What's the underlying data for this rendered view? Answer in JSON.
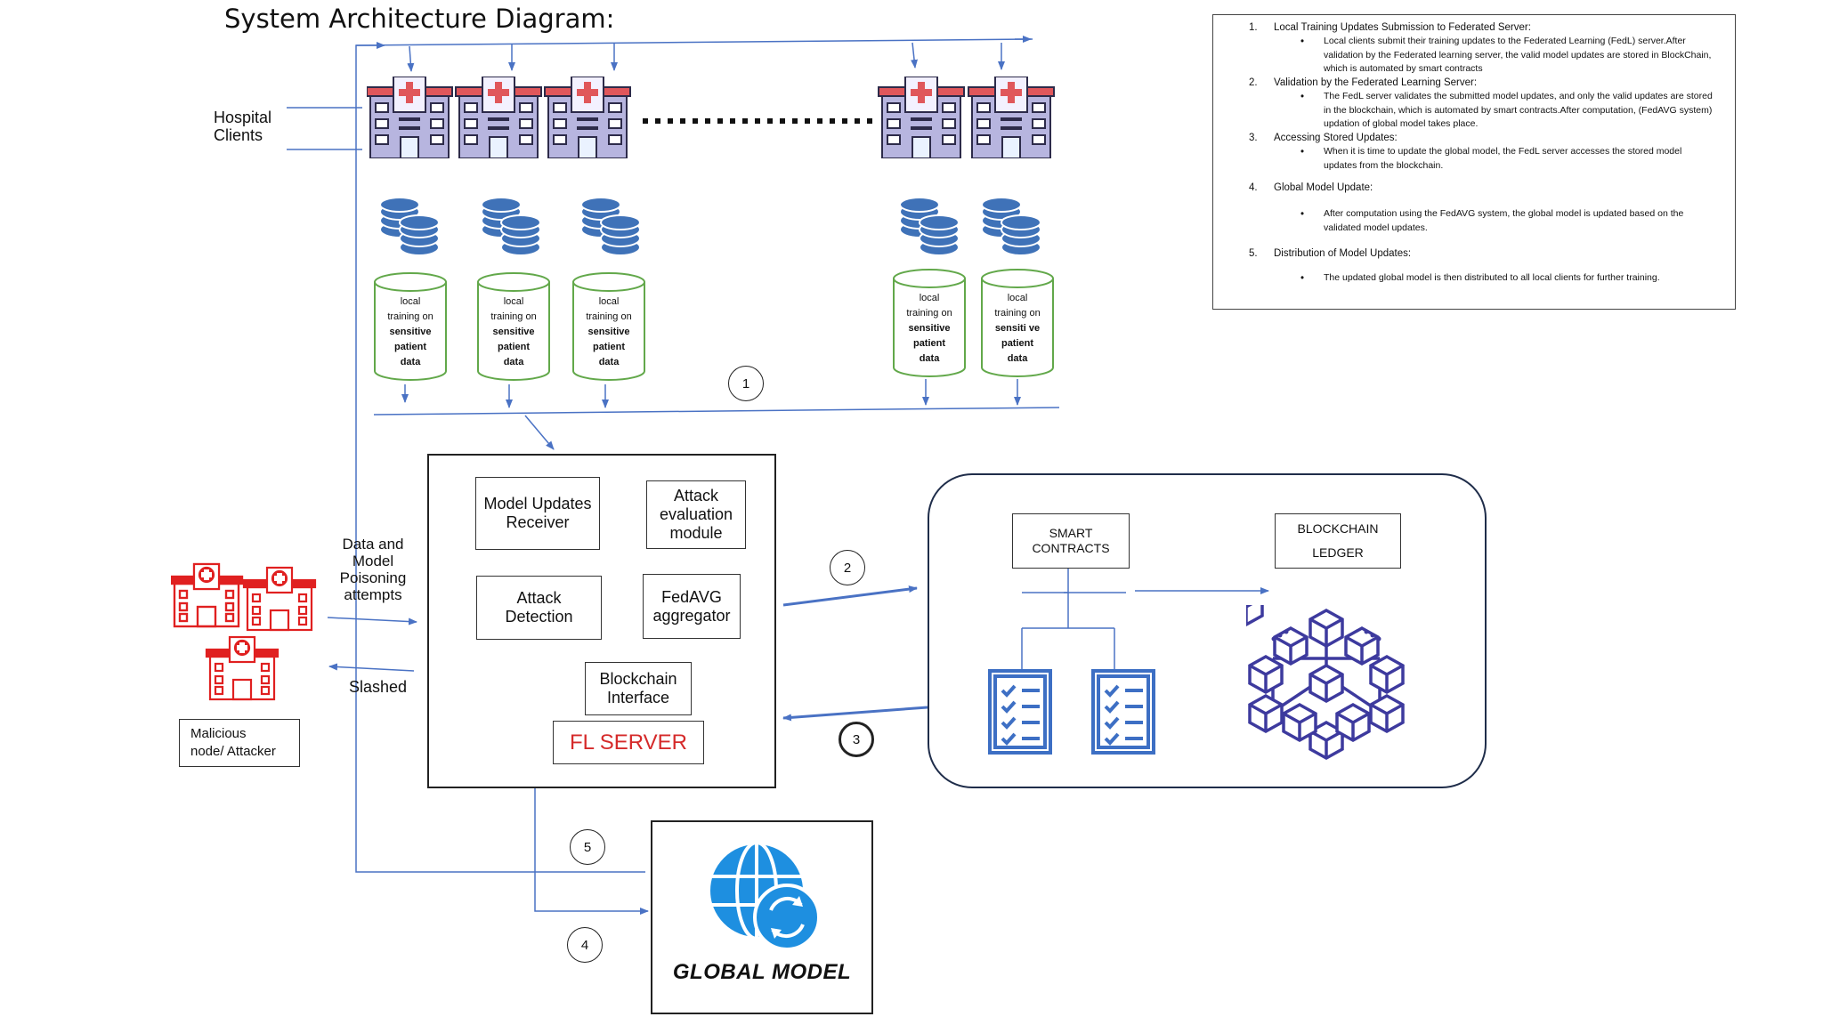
{
  "title": "System Architecture Diagram:",
  "hospital_clients_label": "Hospital\nClients",
  "cylinders": [
    {
      "l1": "local",
      "l2": "training on",
      "l3": "sensitive",
      "l4": "patient",
      "l5": "data"
    },
    {
      "l1": "local",
      "l2": "training on",
      "l3": "sensitive",
      "l4": "patient",
      "l5": "data"
    },
    {
      "l1": "local",
      "l2": "training on",
      "l3": "sensitive",
      "l4": "patient",
      "l5": "data"
    },
    {
      "l1": "local",
      "l2": "training on",
      "l3": "sensitive",
      "l4": "patient",
      "l5": "data"
    },
    {
      "l1": "local",
      "l2": "training on",
      "l3": "sensiti ve",
      "l4": "patient",
      "l5": "data"
    }
  ],
  "steps": {
    "s1": "1",
    "s2": "2",
    "s3": "3",
    "s4": "4",
    "s5": "5"
  },
  "fl_server": {
    "model_updates_receiver": "Model Updates\nReceiver",
    "attack_evaluation": "Attack\nevaluation\nmodule",
    "attack_detection": "Attack\nDetection",
    "fedavg": "FedAVG\naggregator",
    "blockchain_interface": "Blockchain\nInterface",
    "title": "FL SERVER"
  },
  "attacker": {
    "poisoning_label": "Data and Model\nPoisoning\nattempts",
    "slashed_label": "Slashed",
    "node_label": "Malicious\nnode/ Attacker"
  },
  "blockchain": {
    "smart_contracts": "SMART\nCONTRACTS",
    "ledger_l1": "BLOCKCHAIN",
    "ledger_l2": "LEDGER"
  },
  "global_model": {
    "title": "GLOBAL MODEL"
  },
  "notes": [
    {
      "num": "1.",
      "head": "Local Training Updates Submission to Federated Server:",
      "body": "Local clients submit their training updates to the Federated Learning (FedL) server.After validation by the Federated learning server, the valid model updates are stored in BlockChain, which is automated by smart contracts"
    },
    {
      "num": "2.",
      "head": "Validation by the Federated Learning Server:",
      "body": "The FedL server validates the submitted model updates, and only the valid updates are stored in the blockchain, which is automated by smart contracts.After computation, (FedAVG system) updation of global model takes place."
    },
    {
      "num": "3.",
      "head": "Accessing Stored Updates:",
      "body": "When it is time to update the global model, the FedL server accesses the stored model updates from the blockchain."
    },
    {
      "num": "4.",
      "head": "Global Model Update:",
      "body": "After computation using the FedAVG system, the global model is updated based on the validated model updates."
    },
    {
      "num": "5.",
      "head": "Distribution of Model Updates:",
      "body": "The updated global model is then distributed to all local clients for further training."
    }
  ],
  "colors": {
    "hospital_roof": "#e0575b",
    "hospital_body": "#b7b5df",
    "hospital_outline": "#2d2b4a",
    "coins": "#3f72b8",
    "cylinder": "#62a84a",
    "arrow": "#4a72c4",
    "attacker": "#e02020",
    "blockchain_cubes": "#3d3a9e",
    "clipboard": "#3d6fc4",
    "globe": "#1e8fe0"
  }
}
